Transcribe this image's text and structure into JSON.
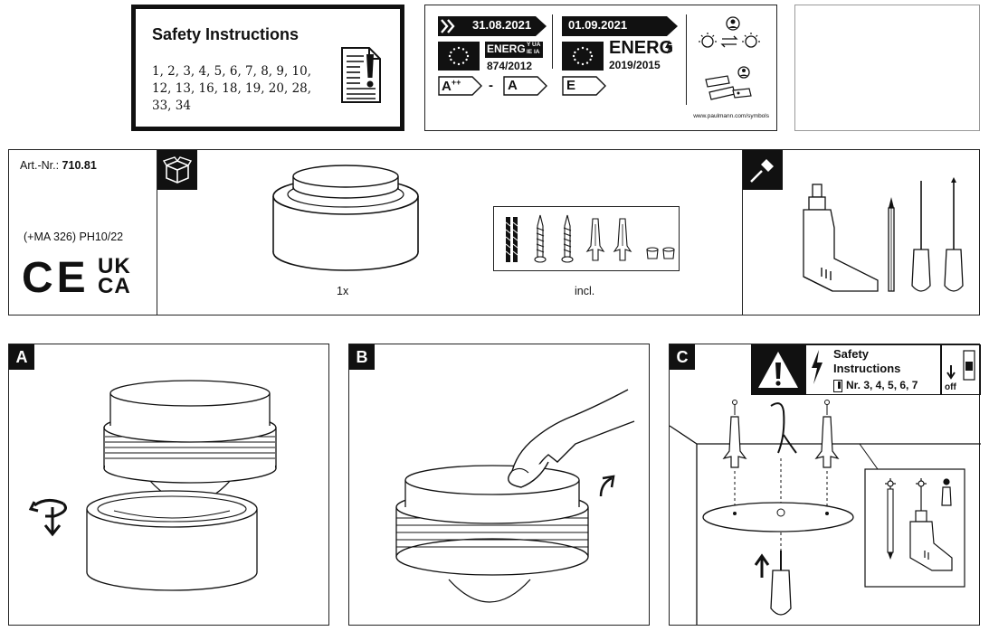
{
  "safety": {
    "title": "Safety Instructions",
    "numbers_line1": "1, 2, 3, 4, 5, 6, 7, 8, 9, 10,",
    "numbers_line2": "12, 13, 16, 18, 19, 20, 28,",
    "numbers_line3": "33, 34"
  },
  "energy": {
    "date_old": "31.08.2021",
    "date_new": "01.09.2021",
    "energ_old": "ENERG",
    "energ_old_suffix_top": "Y UA",
    "energ_old_suffix_bottom": "IE IA",
    "regulation_old": "874/2012",
    "energ_new": "ENERG",
    "regulation_new": "2019/2015",
    "class_old_high": "A",
    "class_old_high_sup": "++",
    "class_separator": "-",
    "class_old_low": "A",
    "class_new": "E",
    "symbols_url": "www.paulmann.com/symbols"
  },
  "article": {
    "label": "Art.-Nr.:",
    "number": "710.81",
    "code": "(+MA 326) PH10/22",
    "ce": "CE",
    "ukca_line1": "UK",
    "ukca_line2": "CA"
  },
  "contents": {
    "product_qty": "1x",
    "accessories_label": "incl."
  },
  "steps": {
    "a": "A",
    "b": "B",
    "c": "C"
  },
  "warning": {
    "title_line1": "Safety",
    "title_line2": "Instructions",
    "numbers": "Nr. 3, 4, 5, 6, 7",
    "off_label": "off"
  }
}
